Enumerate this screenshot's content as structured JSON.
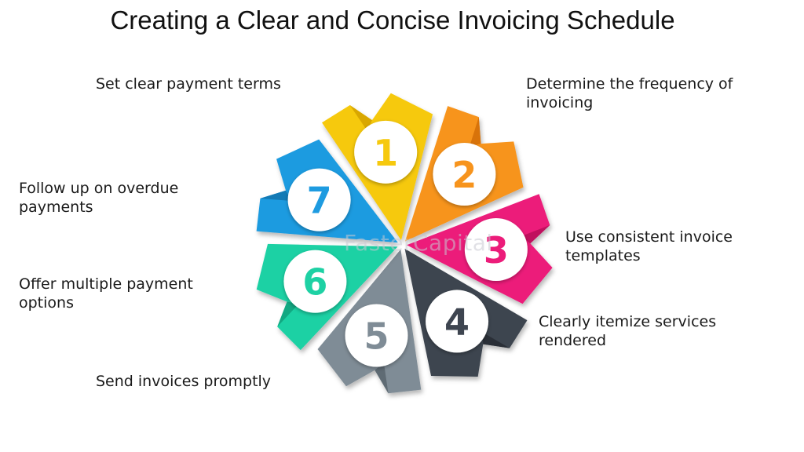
{
  "title": "Creating a Clear and Concise Invoicing Schedule",
  "watermark": "FasterCapital",
  "steps": [
    {
      "number": "1",
      "color": "#F6C90E",
      "dark": "#D9A700",
      "lines": [
        "Set clear payment terms"
      ]
    },
    {
      "number": "2",
      "color": "#F7941D",
      "dark": "#D8730A",
      "lines": [
        "Determine the frequency of",
        "invoicing"
      ]
    },
    {
      "number": "3",
      "color": "#EC1C7A",
      "dark": "#C0105E",
      "lines": [
        "Use consistent invoice",
        "templates"
      ]
    },
    {
      "number": "4",
      "color": "#3E4550",
      "dark": "#2A2F37",
      "lines": [
        "Clearly itemize services",
        "rendered"
      ]
    },
    {
      "number": "5",
      "color": "#7F8C96",
      "dark": "#5F6B74",
      "lines": [
        "Send invoices promptly"
      ]
    },
    {
      "number": "6",
      "color": "#1ED1A4",
      "dark": "#12A882",
      "lines": [
        "Offer multiple payment",
        "options"
      ]
    },
    {
      "number": "7",
      "color": "#1E9BE0",
      "dark": "#137AB5",
      "lines": [
        "Follow up on overdue",
        "payments"
      ]
    }
  ]
}
